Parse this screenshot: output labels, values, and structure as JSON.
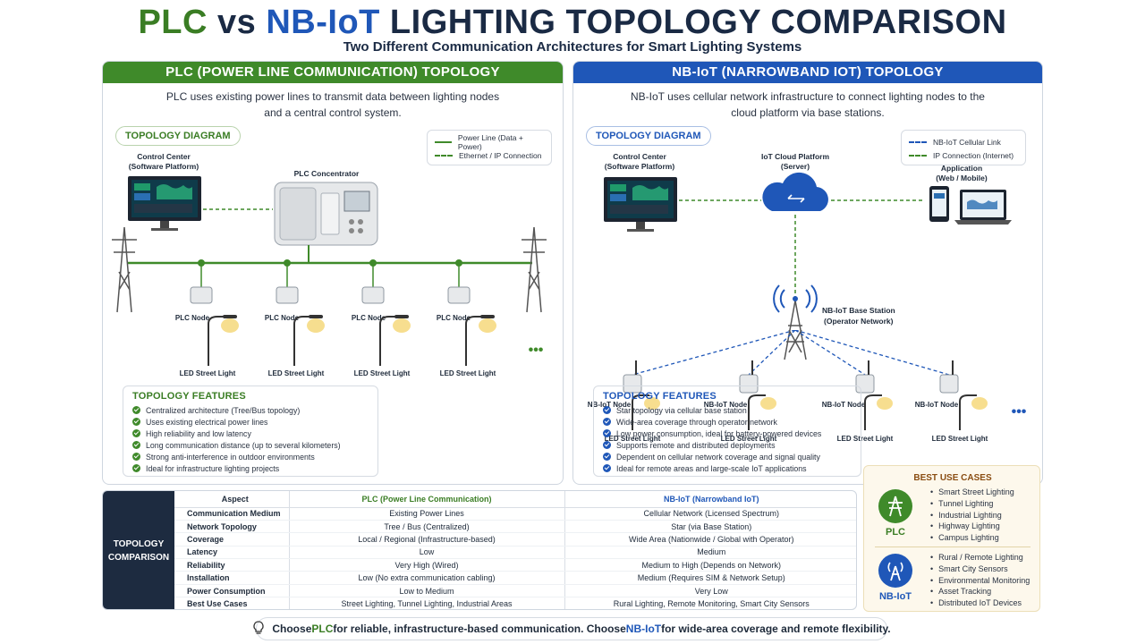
{
  "title": {
    "part1": "PLC",
    "part2": " vs ",
    "part3": "NB-IoT",
    "part4": " LIGHTING TOPOLOGY COMPARISON"
  },
  "subtitle": "Two Different Communication Architectures for Smart Lighting Systems",
  "plc": {
    "header": "PLC (POWER LINE COMMUNICATION) TOPOLOGY",
    "description": "PLC uses existing power lines to transmit data between lighting nodes and a central control system.",
    "pill": "TOPOLOGY DIAGRAM",
    "legend": [
      "Power Line (Data + Power)",
      "Ethernet / IP Connection"
    ],
    "control_center": [
      "Control Center",
      "(Software Platform)"
    ],
    "concentrator": "PLC Concentrator",
    "node_label": "PLC Node",
    "light_label": "LED Street Light",
    "more": "•••",
    "features_title": "TOPOLOGY FEATURES",
    "features": [
      "Centralized architecture (Tree/Bus topology)",
      "Uses existing electrical power lines",
      "High reliability and low latency",
      "Long communication distance (up to several kilometers)",
      "Strong anti-interference in outdoor environments",
      "Ideal for infrastructure lighting projects"
    ]
  },
  "nbiot": {
    "header": "NB-IoT (NARROWBAND IOT) TOPOLOGY",
    "description": "NB-IoT uses cellular network infrastructure to connect lighting nodes to the cloud platform via base stations.",
    "pill": "TOPOLOGY DIAGRAM",
    "legend": [
      "NB-IoT Cellular Link",
      "IP Connection (Internet)"
    ],
    "control_center": [
      "Control Center",
      "(Software Platform)"
    ],
    "cloud": [
      "IoT Cloud Platform",
      "(Server)"
    ],
    "application": [
      "Application",
      "(Web / Mobile)"
    ],
    "base_station": [
      "NB-IoT Base Station",
      "(Operator Network)"
    ],
    "node_label": "NB-IoT Node",
    "light_label": "LED Street Light",
    "more": "•••",
    "features_title": "TOPOLOGY FEATURES",
    "features": [
      "Star topology via cellular base station",
      "Wide-area coverage through operator network",
      "Low power consumption, ideal for battery-powered devices",
      "Supports remote and distributed deployments",
      "Dependent on cellular network coverage and signal quality",
      "Ideal for remote areas and large-scale IoT applications"
    ]
  },
  "comparison": {
    "side_label": "TOPOLOGY COMPARISON",
    "headers": [
      "Aspect",
      "PLC (Power Line Communication)",
      "NB-IoT (Narrowband IoT)"
    ],
    "rows": [
      [
        "Communication Medium",
        "Existing Power Lines",
        "Cellular Network (Licensed Spectrum)"
      ],
      [
        "Network Topology",
        "Tree / Bus (Centralized)",
        "Star (via Base Station)"
      ],
      [
        "Coverage",
        "Local / Regional (Infrastructure-based)",
        "Wide Area (Nationwide / Global with Operator)"
      ],
      [
        "Latency",
        "Low",
        "Medium"
      ],
      [
        "Reliability",
        "Very High (Wired)",
        "Medium to High (Depends on Network)"
      ],
      [
        "Installation",
        "Low (No extra communication cabling)",
        "Medium (Requires SIM & Network Setup)"
      ],
      [
        "Power Consumption",
        "Low to Medium",
        "Very Low"
      ],
      [
        "Best Use Cases",
        "Street Lighting, Tunnel Lighting, Industrial Areas",
        "Rural Lighting, Remote Monitoring, Smart City Sensors"
      ]
    ]
  },
  "use_cases": {
    "title": "BEST USE CASES",
    "plc_label": "PLC",
    "plc_items": [
      "Smart Street Lighting",
      "Tunnel Lighting",
      "Industrial Lighting",
      "Highway Lighting",
      "Campus Lighting"
    ],
    "nb_label": "NB-IoT",
    "nb_items": [
      "Rural / Remote Lighting",
      "Smart City Sensors",
      "Environmental Monitoring",
      "Asset Tracking",
      "Distributed IoT Devices"
    ]
  },
  "footer": {
    "p1": "Choose ",
    "p2": "PLC",
    "p3": " for reliable, infrastructure-based communication. Choose ",
    "p4": "NB-IoT",
    "p5": " for wide-area coverage and remote flexibility."
  },
  "colors": {
    "plc_green": "#3f8a2a",
    "nb_blue": "#1f57b8",
    "dark_navy": "#1d2b40",
    "use_case_bg": "#fdf8ec"
  },
  "icons": [
    "monitor-icon",
    "concentrator-icon",
    "pylon-icon",
    "plc-node-icon",
    "street-light-icon",
    "cloud-icon",
    "tower-icon",
    "nbiot-node-icon",
    "phone-icon",
    "laptop-icon",
    "check-icon",
    "bulb-icon"
  ]
}
